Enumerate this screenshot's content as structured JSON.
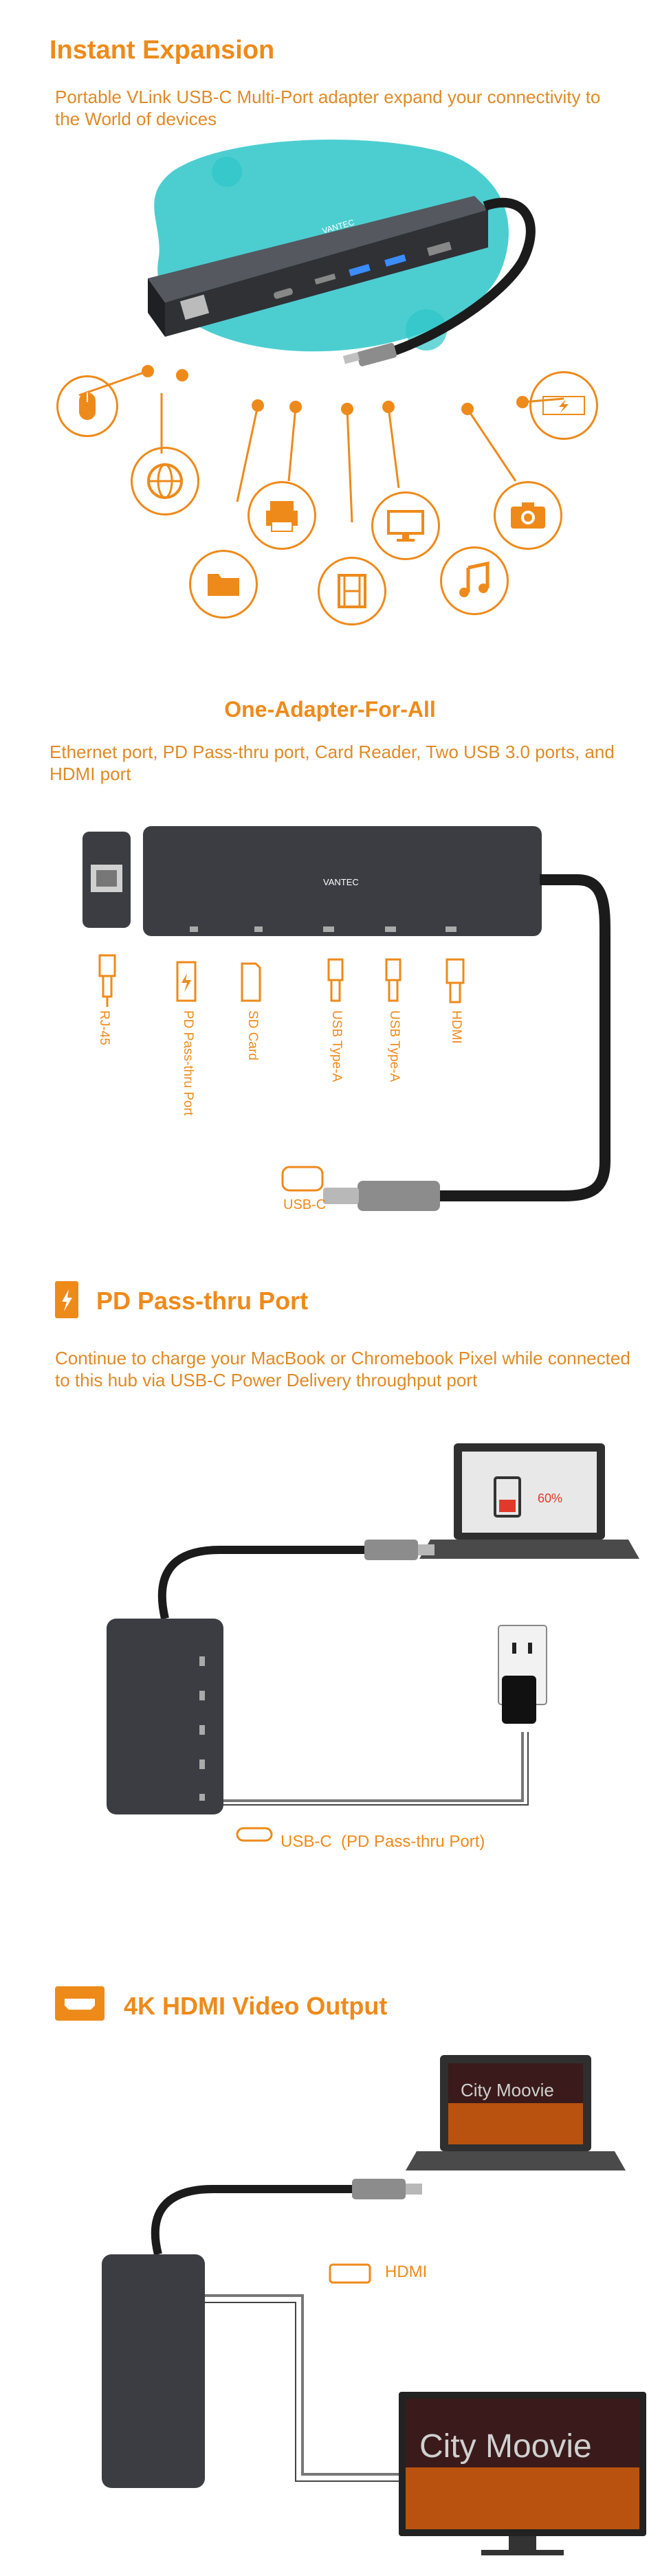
{
  "colors": {
    "accent": "#ee8a1a",
    "teal": "#2dc6c9",
    "device": "#3b3d42",
    "cable": "#1b1b1b"
  },
  "expansion": {
    "title": "Instant Expansion",
    "description": "Portable VLink USB-C Multi-Port adapter expand your connectivity to the World of devices",
    "brand": "VANTEC",
    "icons": [
      "mouse-icon",
      "lightning-icon",
      "globe-icon",
      "folder-icon",
      "printer-icon",
      "film-icon",
      "monitor-icon",
      "music-icon",
      "camera-icon"
    ]
  },
  "adapter": {
    "title": "One-Adapter-For-All",
    "description": "Ethernet port, PD Pass-thru port, Card Reader, Two USB 3.0 ports, and HDMI port",
    "brand": "VANTEC",
    "ports": [
      "RJ-45",
      "PD Pass-thru Port",
      "SD Card",
      "USB Type-A",
      "USB Type-A",
      "HDMI"
    ],
    "cable_label": "USB-C"
  },
  "pd": {
    "title": "PD Pass-thru Port",
    "description": "Continue to charge your MacBook or Chromebook Pixel while connected to this hub via USB-C Power Delivery throughput port",
    "battery_percent": "60%",
    "cable_label": "USB-C  (PD Pass-thru Port)"
  },
  "hdmi": {
    "title": "4K HDMI Video Output",
    "cable_label": "HDMI",
    "laptop_screen_text": "City Moovie",
    "tv_screen_text": "City Moovie"
  }
}
